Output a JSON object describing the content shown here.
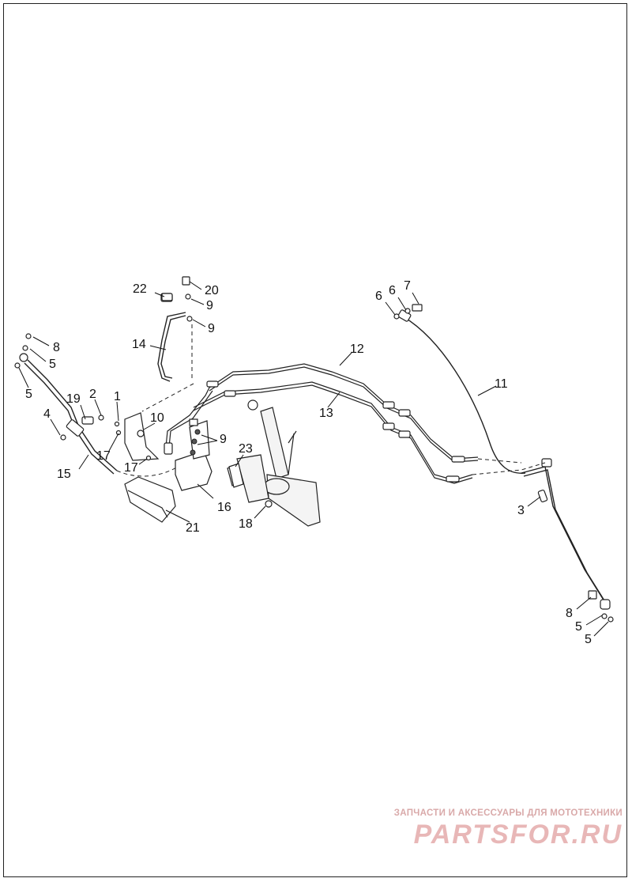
{
  "callouts": [
    "1",
    "2",
    "3",
    "4",
    "5",
    "5",
    "5",
    "5",
    "6",
    "6",
    "7",
    "8",
    "8",
    "9",
    "9",
    "9",
    "10",
    "11",
    "12",
    "13",
    "14",
    "15",
    "16",
    "17",
    "17",
    "18",
    "19",
    "20",
    "21",
    "22",
    "23"
  ],
  "watermark": {
    "tagline": "ЗАПЧАСТИ И АКСЕССУАРЫ ДЛЯ МОТОТЕХНИКИ",
    "logo": "PARTSFOR.RU"
  }
}
